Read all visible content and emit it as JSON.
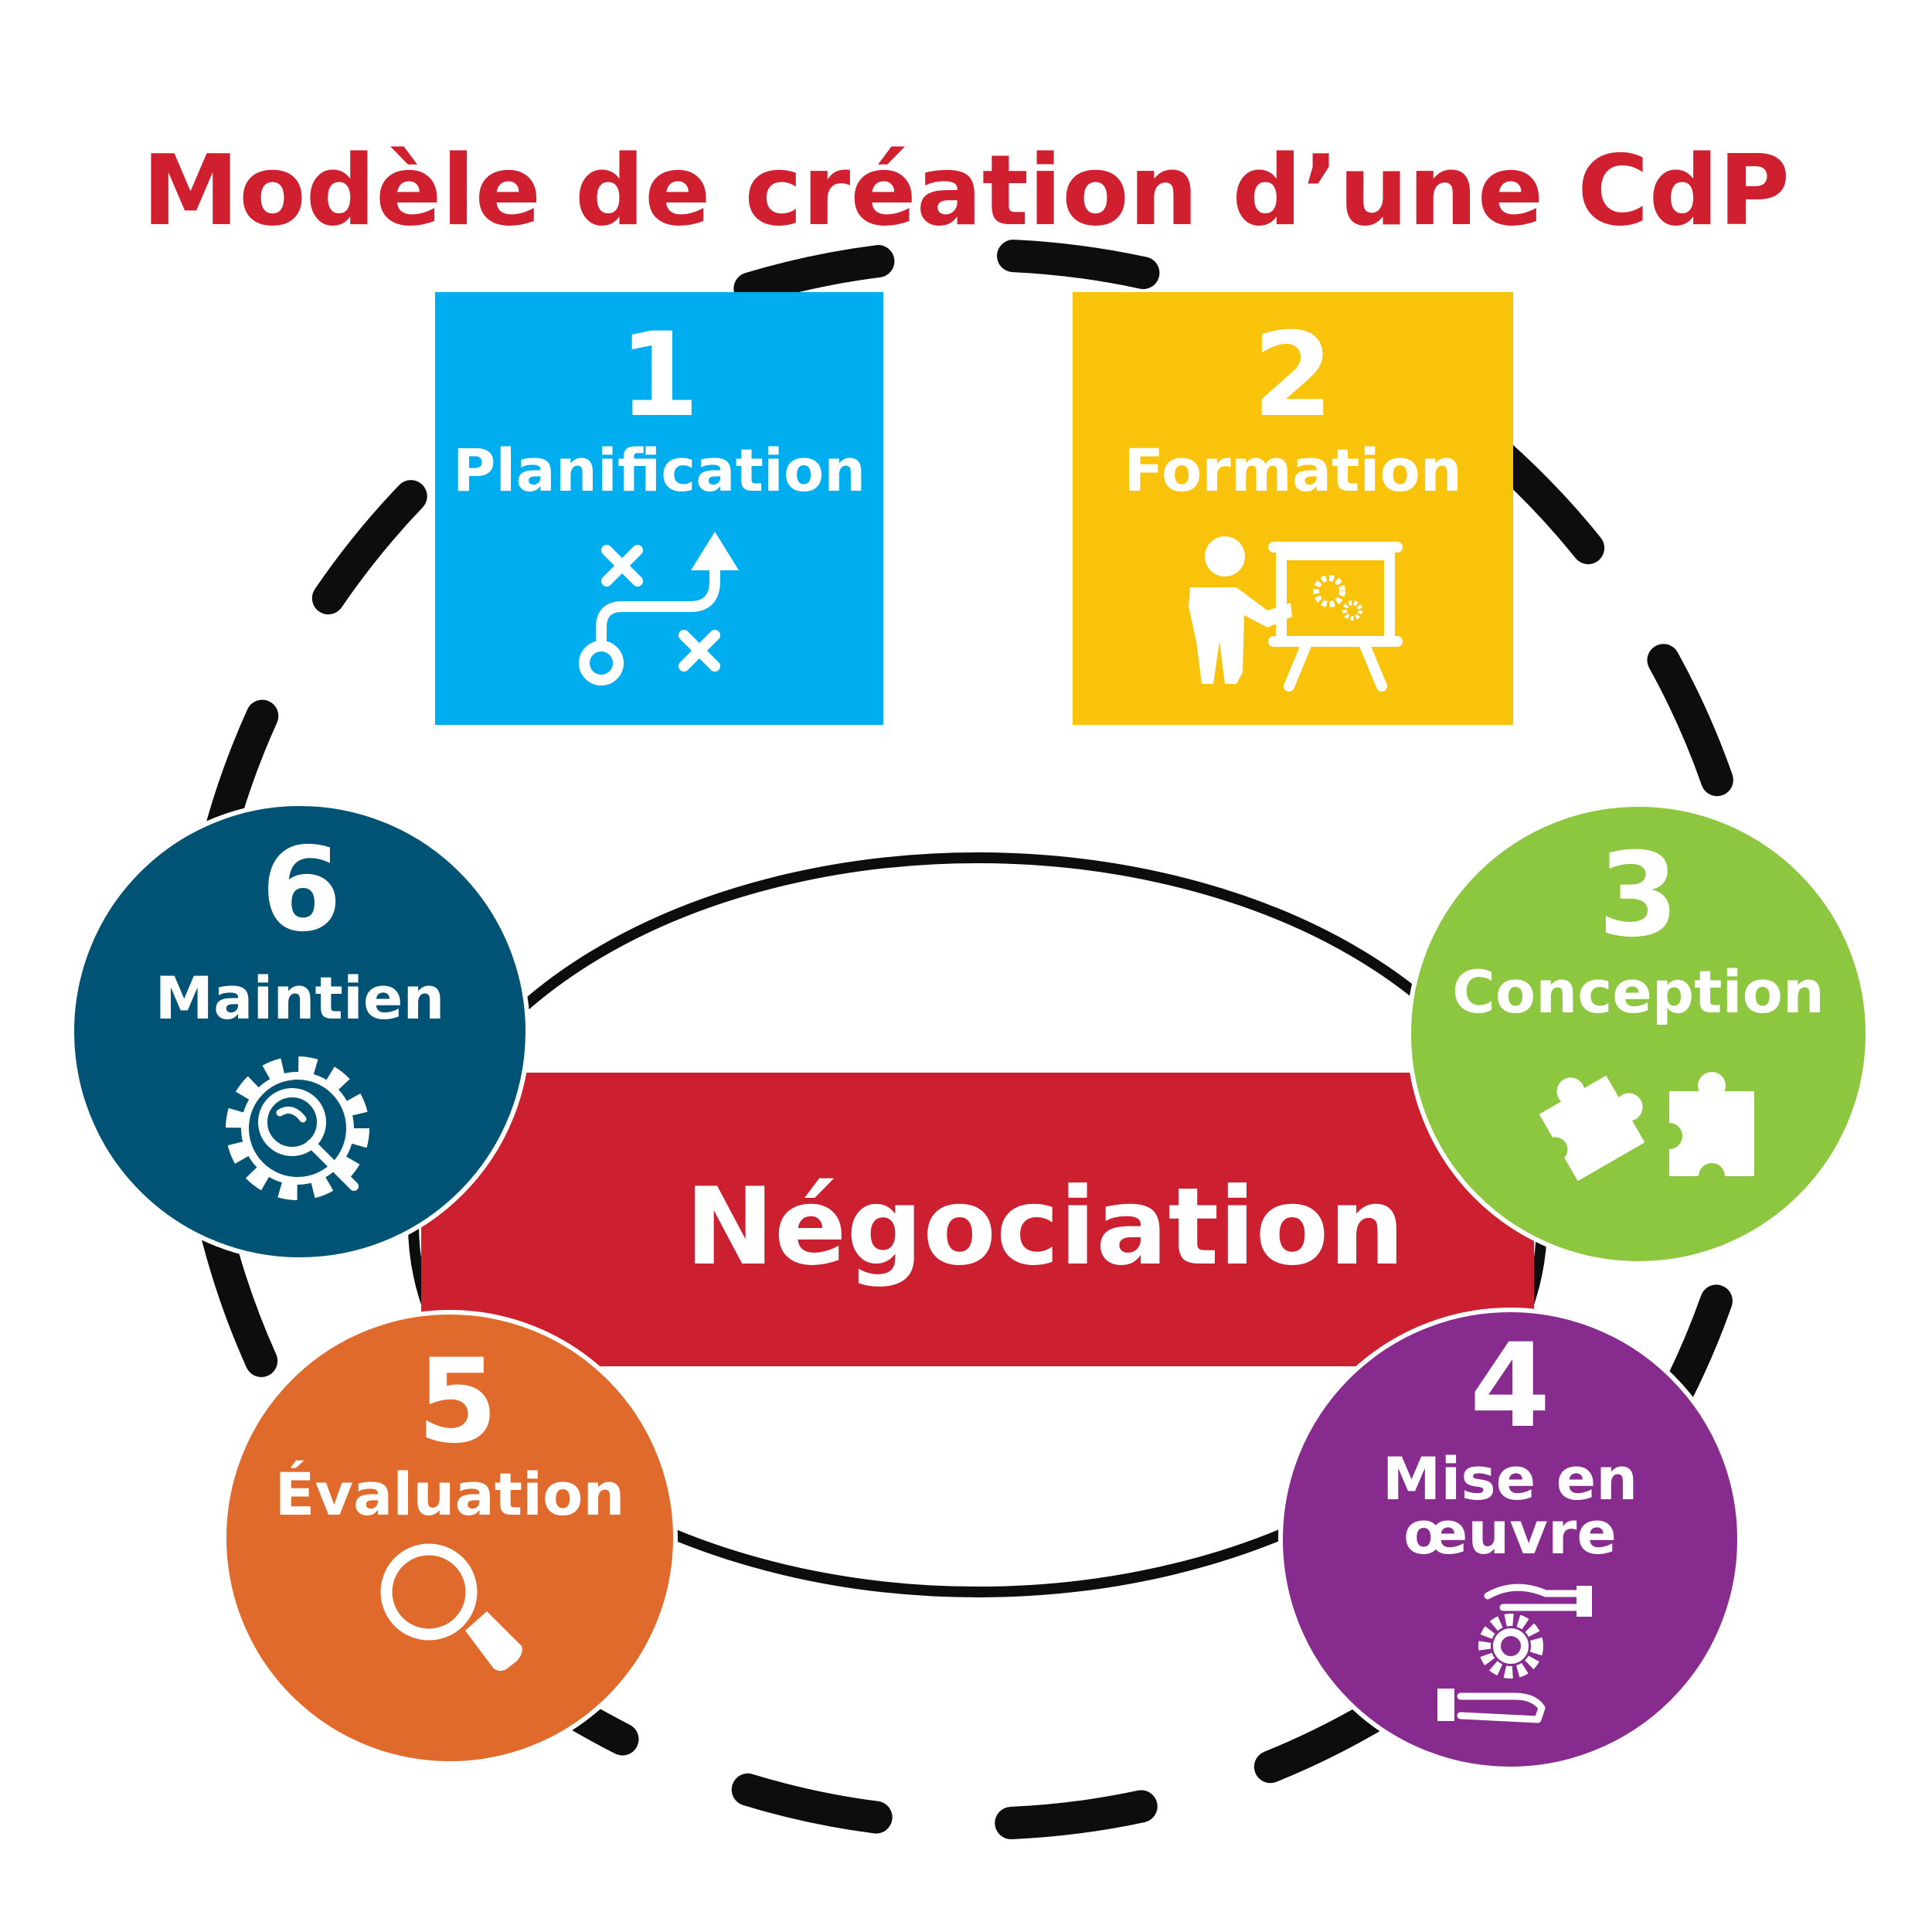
{
  "title": "Modèle de création d’une CdP",
  "center": {
    "label": "Négociation"
  },
  "steps": [
    {
      "number": "1",
      "label": "Planification",
      "icon": "strategy-arrow-icon",
      "color": "#00AEEF"
    },
    {
      "number": "2",
      "label": "Formation",
      "icon": "presenter-board-icon",
      "color": "#F9C30B"
    },
    {
      "number": "3",
      "label": "Conception",
      "icon": "puzzle-pieces-icon",
      "color": "#8DC63F"
    },
    {
      "number": "4",
      "label_line1": "Mise en",
      "label_line2": "œuvre",
      "icon": "hands-gear-icon",
      "color": "#882B8F"
    },
    {
      "number": "5",
      "label": "Évaluation",
      "icon": "magnifier-icon",
      "color": "#E06A2B"
    },
    {
      "number": "6",
      "label": "Maintien",
      "icon": "gear-wrench-icon",
      "color": "#015375"
    }
  ],
  "colors": {
    "title": "#D0202F",
    "center_band": "#CC1F2F",
    "ring": "#0D0D0D"
  }
}
